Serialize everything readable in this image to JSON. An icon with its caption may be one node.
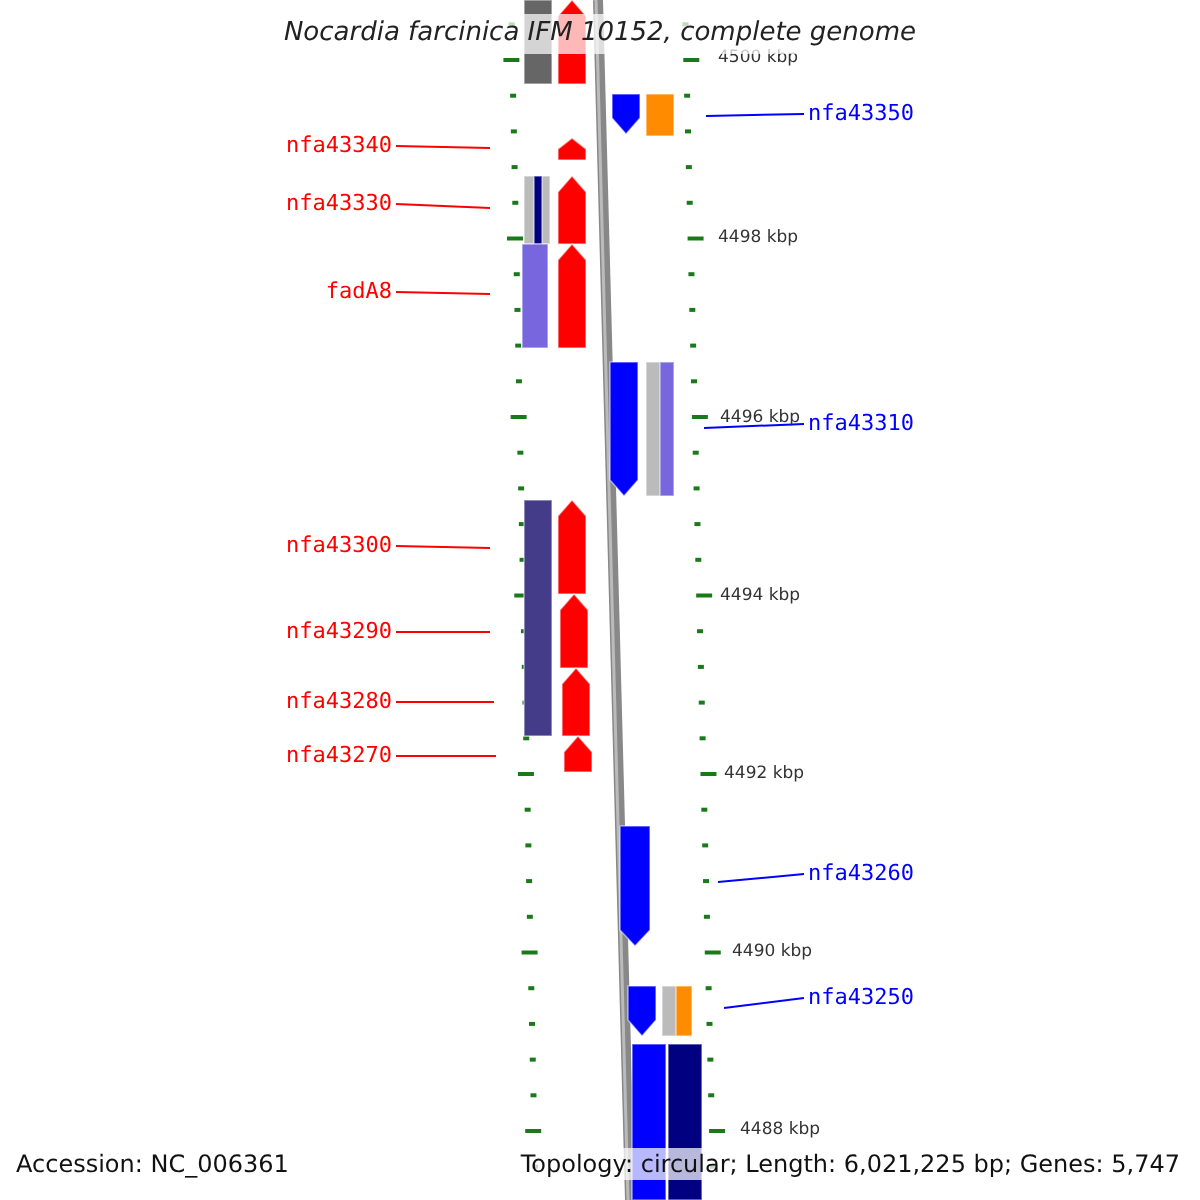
{
  "diagram": {
    "title": "Nocardia farcinica IFM 10152, complete genome",
    "nodes": [
      {
        "text": [
          "nfa43340"
        ]
      },
      {
        "text": [
          "nfa43330"
        ]
      },
      {
        "text": [
          "fadA8"
        ]
      },
      {
        "text": [
          "nfa43300"
        ]
      },
      {
        "text": [
          "nfa43290"
        ]
      },
      {
        "text": [
          "nfa43280"
        ]
      },
      {
        "text": [
          "nfa43270"
        ]
      },
      {
        "text": [
          "nfa43350"
        ]
      },
      {
        "text": [
          "nfa43310"
        ]
      },
      {
        "text": [
          "nfa43260"
        ]
      },
      {
        "text": [
          "nfa43250"
        ]
      }
    ],
    "edges": [
      {
        "from": 0,
        "to": null,
        "arrow": "none",
        "color": "#ff0000"
      },
      {
        "from": 1,
        "to": null,
        "arrow": "none",
        "color": "#ff0000"
      },
      {
        "from": 2,
        "to": null,
        "arrow": "none",
        "color": "#ff0000"
      },
      {
        "from": 3,
        "to": null,
        "arrow": "none",
        "color": "#ff0000"
      },
      {
        "from": 4,
        "to": null,
        "arrow": "none",
        "color": "#ff0000"
      },
      {
        "from": 5,
        "to": null,
        "arrow": "none",
        "color": "#ff0000"
      },
      {
        "from": 6,
        "to": null,
        "arrow": "none",
        "color": "#ff0000"
      },
      {
        "from": 7,
        "to": null,
        "arrow": "none",
        "color": "#0000ff"
      },
      {
        "from": 8,
        "to": null,
        "arrow": "none",
        "color": "#0000ff"
      },
      {
        "from": 9,
        "to": null,
        "arrow": "none",
        "color": "#0000ff"
      },
      {
        "from": 10,
        "to": null,
        "arrow": "none",
        "color": "#0000ff"
      }
    ],
    "labels": [
      "4500 kbp",
      "4498 kbp",
      "4496 kbp",
      "4494 kbp",
      "4492 kbp",
      "4490 kbp",
      "4488 kbp",
      "Accession: NC_006361",
      "Topology: circular; Length: 6,021,225 bp; Genes: 5,747"
    ]
  }
}
